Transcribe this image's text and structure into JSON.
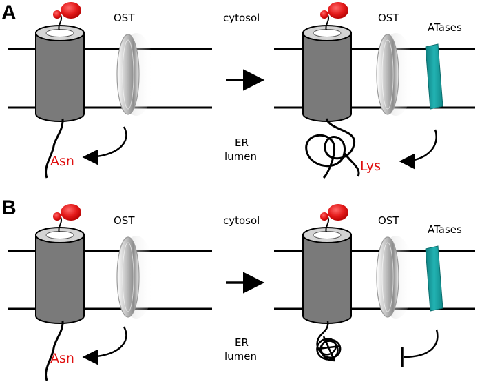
{
  "panels": [
    {
      "letter": "A",
      "left": {
        "ost": "OST",
        "residue": "Asn"
      },
      "middle": {
        "cytosol": "cytosol",
        "er_line1": "ER",
        "er_line2": "lumen"
      },
      "right": {
        "ost": "OST",
        "atases": "ATases",
        "residue": "Lys",
        "outcome": "acetylation-arrow"
      }
    },
    {
      "letter": "B",
      "left": {
        "ost": "OST",
        "residue": "Asn"
      },
      "middle": {
        "cytosol": "cytosol",
        "er_line1": "ER",
        "er_line2": "lumen"
      },
      "right": {
        "ost": "OST",
        "atases": "ATases",
        "outcome": "inhibition-bar"
      }
    }
  ],
  "colors": {
    "membrane": "#000000",
    "channel_body": "#7a7a7a",
    "channel_top": "#d4d4d4",
    "glycan": "#e41a1a",
    "atase": "#1aa3a3",
    "residue_text": "#e01010"
  }
}
